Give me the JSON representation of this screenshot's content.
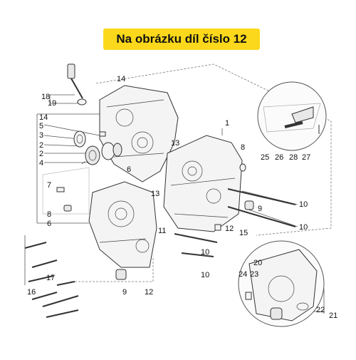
{
  "banner": {
    "text": "Na obrázku díl číslo 12",
    "color": "#fbd81b"
  },
  "callouts": [
    {
      "id": "c18",
      "text": "18"
    },
    {
      "id": "c19",
      "text": "19"
    },
    {
      "id": "c14a",
      "text": "14"
    },
    {
      "id": "c14b",
      "text": "14"
    },
    {
      "id": "c5",
      "text": "5"
    },
    {
      "id": "c3",
      "text": "3"
    },
    {
      "id": "c2a",
      "text": "2"
    },
    {
      "id": "c2b",
      "text": "2"
    },
    {
      "id": "c4",
      "text": "4"
    },
    {
      "id": "c1",
      "text": "1"
    },
    {
      "id": "c13a",
      "text": "13"
    },
    {
      "id": "c8a",
      "text": "8"
    },
    {
      "id": "c6a",
      "text": "6"
    },
    {
      "id": "c7",
      "text": "7"
    },
    {
      "id": "c8b",
      "text": "8"
    },
    {
      "id": "c6b",
      "text": "6"
    },
    {
      "id": "c13b",
      "text": "13"
    },
    {
      "id": "c9a",
      "text": "9"
    },
    {
      "id": "c10a",
      "text": "10"
    },
    {
      "id": "c10b",
      "text": "10"
    },
    {
      "id": "c12a",
      "text": "12"
    },
    {
      "id": "c15",
      "text": "15"
    },
    {
      "id": "c11",
      "text": "11"
    },
    {
      "id": "c10c",
      "text": "10"
    },
    {
      "id": "c10d",
      "text": "10"
    },
    {
      "id": "c17",
      "text": "17"
    },
    {
      "id": "c16",
      "text": "16"
    },
    {
      "id": "c9b",
      "text": "9"
    },
    {
      "id": "c12b",
      "text": "12"
    },
    {
      "id": "c25",
      "text": "25"
    },
    {
      "id": "c26",
      "text": "26"
    },
    {
      "id": "c28",
      "text": "28"
    },
    {
      "id": "c27",
      "text": "27"
    },
    {
      "id": "c20",
      "text": "20"
    },
    {
      "id": "c24",
      "text": "24"
    },
    {
      "id": "c23",
      "text": "23"
    },
    {
      "id": "c22",
      "text": "22"
    },
    {
      "id": "c21",
      "text": "21"
    }
  ]
}
